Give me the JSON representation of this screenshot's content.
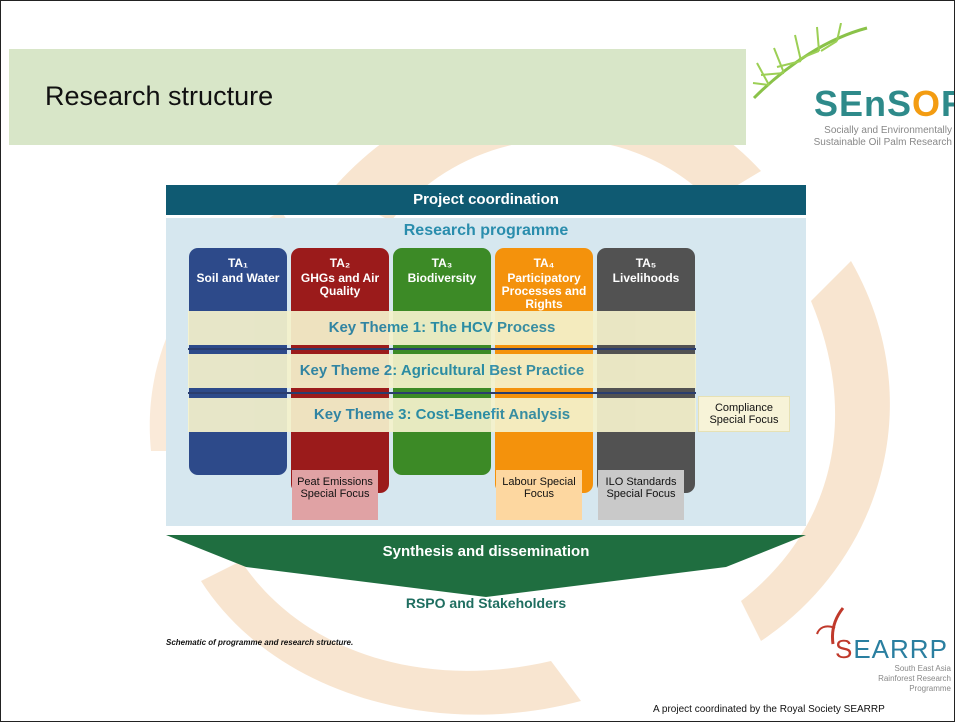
{
  "slide": {
    "title": "Research structure"
  },
  "logo_sensor": {
    "wordmark_prefix": "SEnS",
    "wordmark_o": "O",
    "wordmark_suffix": "R",
    "tagline_line1": "Socially and Environmentally",
    "tagline_line2": "Sustainable Oil Palm Research"
  },
  "diagram": {
    "project_coordination": "Project coordination",
    "research_programme": "Research programme",
    "areas": [
      {
        "num": "TA₁",
        "name": "Soil and Water",
        "color": "#2d4a8a"
      },
      {
        "num": "TA₂",
        "name": "GHGs and Air Quality",
        "color": "#9b1b1b"
      },
      {
        "num": "TA₃",
        "name": "Biodiversity",
        "color": "#3c8a26"
      },
      {
        "num": "TA₄",
        "name": "Participatory Processes and Rights",
        "color": "#f4920c"
      },
      {
        "num": "TA₅",
        "name": "Livelihoods",
        "color": "#525252"
      }
    ],
    "themes": [
      "Key Theme 1: The HCV Process",
      "Key Theme 2: Agricultural Best Practice",
      "Key Theme 3: Cost-Benefit Analysis"
    ],
    "compliance_focus": "Compliance Special Focus",
    "focus": {
      "peat": "Peat Emissions Special Focus",
      "labour": "Labour Special Focus",
      "ilo": "ILO Standards Special Focus"
    },
    "synthesis": "Synthesis and dissemination",
    "rspo": "RSPO and Stakeholders",
    "caption": "Schematic of programme and research structure."
  },
  "logo_searrp": {
    "wordmark_s": "S",
    "wordmark_rest": "EARRP",
    "tagline_line1": "South East Asia",
    "tagline_line2": "Rainforest Research",
    "tagline_line3": "Programme"
  },
  "footer": "A project coordinated by the Royal Society SEARRP",
  "colors": {
    "title_bar": "#d8e6c8",
    "coordination_bar": "#0f5a72",
    "panel": "#d6e7ef",
    "synthesis_arrow": "#1f6e40",
    "background_swirl": "#f6d9b8"
  }
}
